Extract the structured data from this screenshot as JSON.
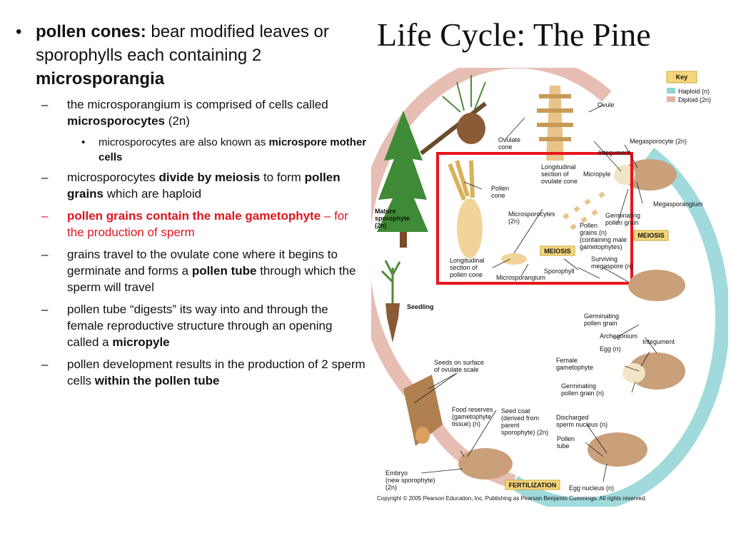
{
  "title": "Life Cycle: The Pine",
  "notes": {
    "b1": {
      "strong": "pollen cones:",
      "t1": " bear modified leaves or sporophylls each containing 2 ",
      "strong2": "microsporangia"
    },
    "b1_1": {
      "t1": "the microsporangium is comprised of cells called ",
      "strong": "microsporocytes",
      "t2": "  (2n)"
    },
    "b1_1_1": {
      "t1": "microsporocytes are also known as ",
      "strong": "microspore mother cells"
    },
    "b1_2": {
      "t1": "microsporocytes ",
      "strong": "divide by meiosis",
      "t2": " to form ",
      "strong2": "pollen grains",
      "t3": " which are haploid"
    },
    "b1_3": {
      "strong": "pollen grains contain the male gametophyte",
      "t1": " – for the production of sperm"
    },
    "b1_4": {
      "t1": "grains travel to the ovulate cone where it begins to germinate and forms a ",
      "strong": "pollen tube",
      "t2": " through which the sperm will travel"
    },
    "b1_5": {
      "t1": "pollen tube “digests” its way into and through the female reproductive structure through an opening called a ",
      "strong": "micropyle"
    },
    "b1_6": {
      "t1": "pollen development results in the production of 2 sperm cells ",
      "strong": "within the pollen tube"
    },
    "bullet": "•",
    "dash": "–"
  },
  "diagram": {
    "key": {
      "title": "Key",
      "haploid": "Haploid (n)",
      "diploid": "Diploid (2n)",
      "haploid_color": "#8fd3d6",
      "diploid_color": "#e3b3a6"
    },
    "labels": {
      "ovule": "Ovule",
      "ovulate_cone_1": "Ovulate",
      "ovulate_cone_2": "cone",
      "megasporocyte": "Megasporocyte (2n)",
      "integument_top": "Integument",
      "long_ovulate_1": "Longitudinal",
      "long_ovulate_2": "section of",
      "long_ovulate_3": "ovulate cone",
      "micropyle": "Micropyle",
      "pollen_cone_1": "Pollen",
      "pollen_cone_2": "cone",
      "megasporangium": "Megasporangium",
      "mature_1": "Mature",
      "mature_2": "sporophyte",
      "mature_3": "(2n)",
      "microsporocytes_1": "Microsporocytes",
      "microsporocytes_2": "(2n)",
      "germ_top_1": "Germinating",
      "germ_top_2": "pollen grain",
      "pollen_grains_1": "Pollen",
      "pollen_grains_2": "grains (n)",
      "pollen_grains_3": "(containing male",
      "pollen_grains_4": "gametophytes)",
      "meiosis_1": "MEIOSIS",
      "meiosis_2": "MEIOSIS",
      "long_pollen_1": "Longitudinal",
      "long_pollen_2": "section of",
      "long_pollen_3": "pollen cone",
      "sporophyll": "Sporophyll",
      "microsporangium": "Microsporangium",
      "surviving_1": "Surviving",
      "surviving_2": "megaspore (n)",
      "seedling": "Seedling",
      "germ_mid_1": "Germinating",
      "germ_mid_2": "pollen grain",
      "archegonium": "Archegonium",
      "integument": "Integument",
      "egg": "Egg (n)",
      "seeds_1": "Seeds on surface",
      "seeds_2": "of ovulate scale",
      "female_1": "Female",
      "female_2": "gametophyte",
      "germ_low_1": "Germinating",
      "germ_low_2": "pollen grain (n)",
      "food_1": "Food reserves",
      "food_2": "(gametophyte",
      "food_3": "tissue) (n)",
      "seedcoat_1": "Seed coat",
      "seedcoat_2": "(derived from",
      "seedcoat_3": "parent",
      "seedcoat_4": "sporophyte) (2n)",
      "discharged_1": "Discharged",
      "discharged_2": "sperm nucleus (n)",
      "tube_1": "Pollen",
      "tube_2": "tube",
      "embryo_1": "Embryo",
      "embryo_2": "(new sporophyte)",
      "embryo_3": "(2n)",
      "fertilization": "FERTILIZATION",
      "egg_nucleus": "Egg nucleus (n)",
      "copyright": "Copyright ©  2005 Pearson Education, Inc. Publishing as Pearson Benjamin Cummings. All rights reserved."
    },
    "highlight_color": "#e8141b",
    "badge_color": "#f5d67a"
  }
}
